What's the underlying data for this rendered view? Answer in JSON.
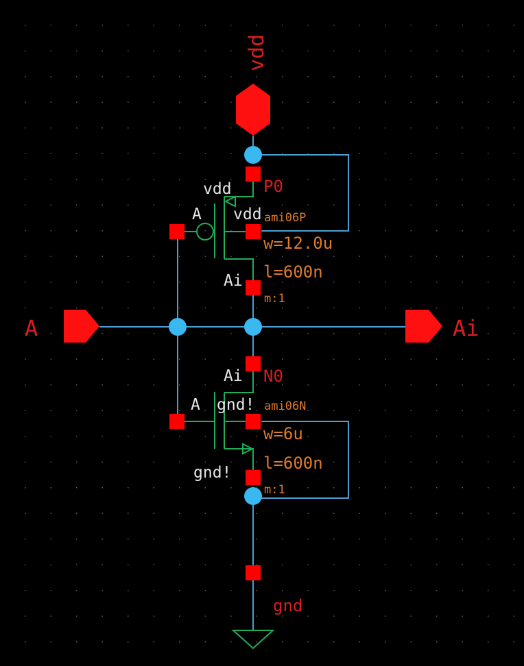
{
  "schematic": {
    "title": "inverter schematic",
    "colors": {
      "wire": "#4aa0d4",
      "device": "#1fae5a",
      "pin": "#ff1010",
      "connection_dot": "#3ab8f2",
      "param_text": "#e07b28"
    },
    "pins": {
      "vdd": "vdd",
      "input": "A",
      "output": "Ai",
      "gnd": "gnd"
    },
    "pmos": {
      "instance": "P0",
      "model": "ami06P",
      "w": "w=12.0u",
      "l": "l=600n",
      "m": "m:1",
      "terminal_source": "vdd",
      "terminal_gate": "A",
      "terminal_bulk": "vdd",
      "terminal_drain": "Ai"
    },
    "nmos": {
      "instance": "N0",
      "model": "ami06N",
      "w": "w=6u",
      "l": "l=600n",
      "m": "m:1",
      "terminal_drain": "Ai",
      "terminal_gate": "A",
      "terminal_bulk": "gnd!",
      "terminal_source": "gnd!"
    }
  }
}
